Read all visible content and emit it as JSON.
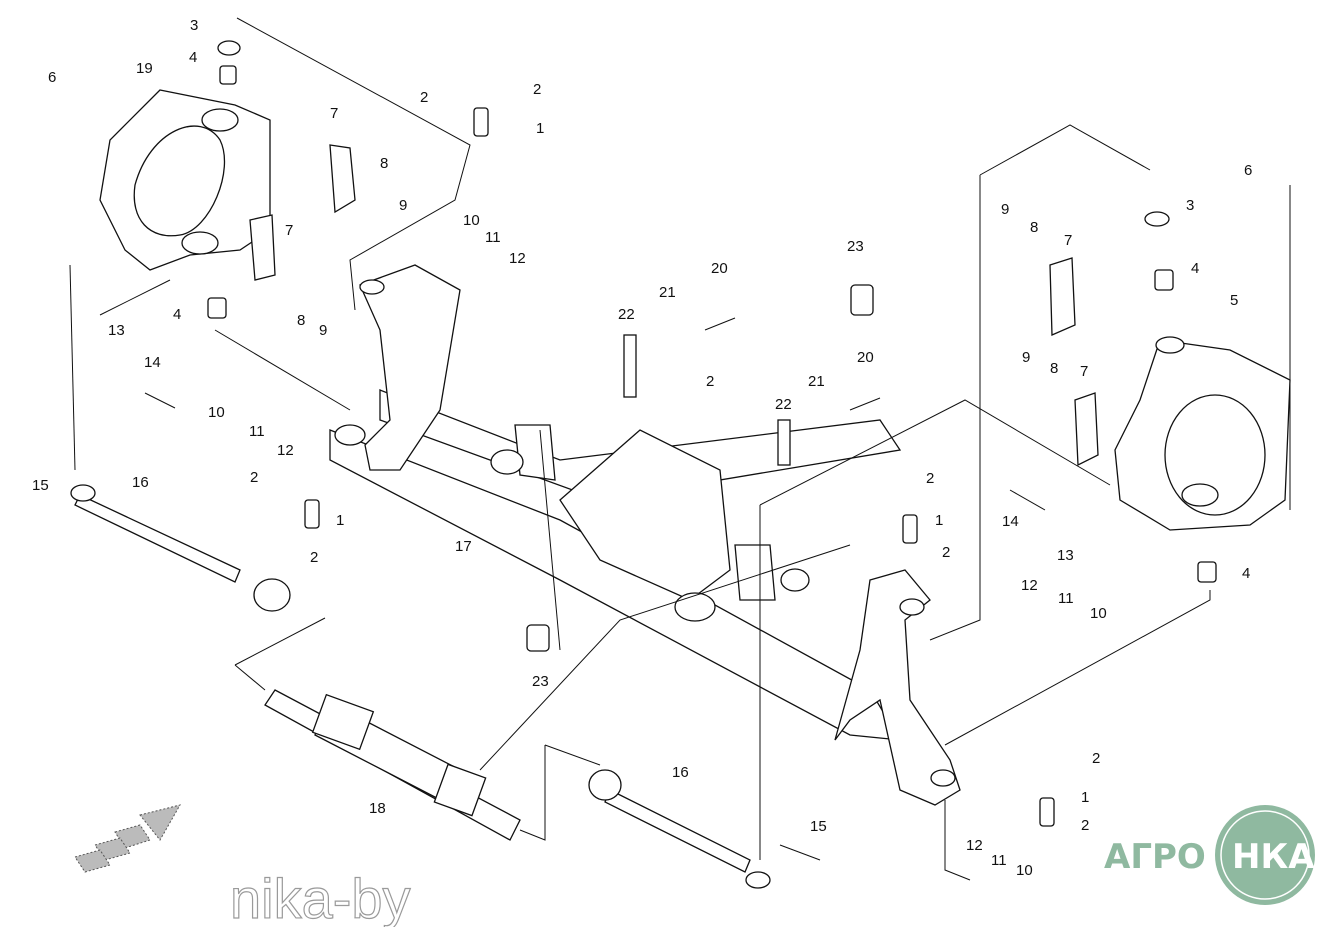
{
  "diagram": {
    "callouts": [
      "3",
      "4",
      "19",
      "6",
      "2",
      "2",
      "1",
      "7",
      "8",
      "9",
      "10",
      "11",
      "12",
      "7",
      "8",
      "9",
      "4",
      "13",
      "14",
      "10",
      "11",
      "12",
      "2",
      "1",
      "2",
      "15",
      "16",
      "17",
      "23",
      "18",
      "16",
      "15",
      "22",
      "21",
      "20",
      "23",
      "2",
      "22",
      "21",
      "20",
      "9",
      "8",
      "7",
      "3",
      "6",
      "4",
      "5",
      "9",
      "8",
      "7",
      "2",
      "1",
      "2",
      "14",
      "13",
      "4",
      "12",
      "11",
      "10",
      "2",
      "1",
      "2",
      "12",
      "11",
      "10"
    ],
    "watermark": "nika-by",
    "direction_arrow": "forward-direction-arrow"
  },
  "logo": {
    "left": "АГРО",
    "right": "НКА",
    "color": "#8fb9a0"
  }
}
